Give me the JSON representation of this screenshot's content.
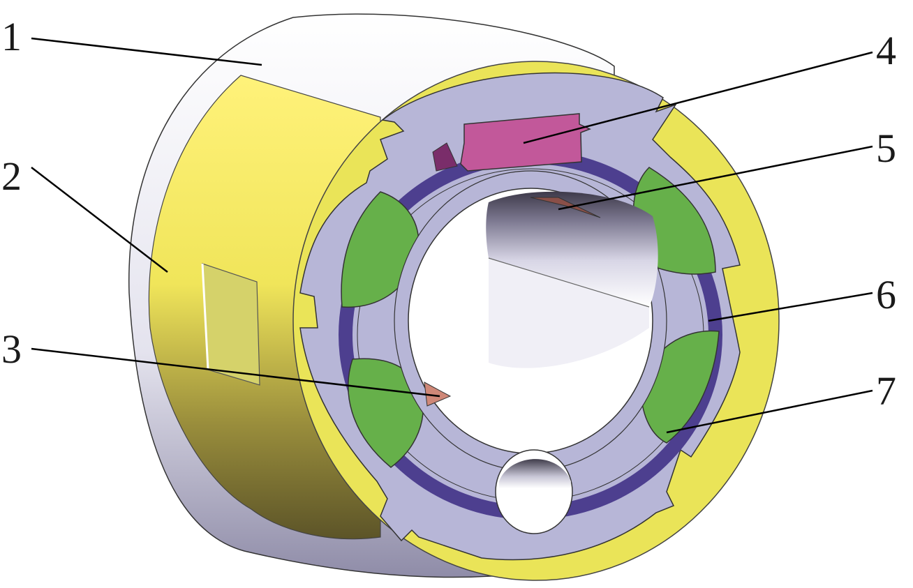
{
  "figure": {
    "callouts": [
      {
        "id": "1",
        "label": "1"
      },
      {
        "id": "2",
        "label": "2"
      },
      {
        "id": "3",
        "label": "3"
      },
      {
        "id": "4",
        "label": "4"
      },
      {
        "id": "5",
        "label": "5"
      },
      {
        "id": "6",
        "label": "6"
      },
      {
        "id": "7",
        "label": "7"
      }
    ],
    "colors": {
      "outer_shell": "#ffffff",
      "yellow_part": "#f3ee62",
      "stator_face": "#b7b6d7",
      "green_pole": "#66b04a",
      "ring": "#4d3f8f",
      "magenta_block": "#c2589a",
      "salmon_part": "#cf8878",
      "bore_shadow": "#8f8aa8"
    }
  }
}
